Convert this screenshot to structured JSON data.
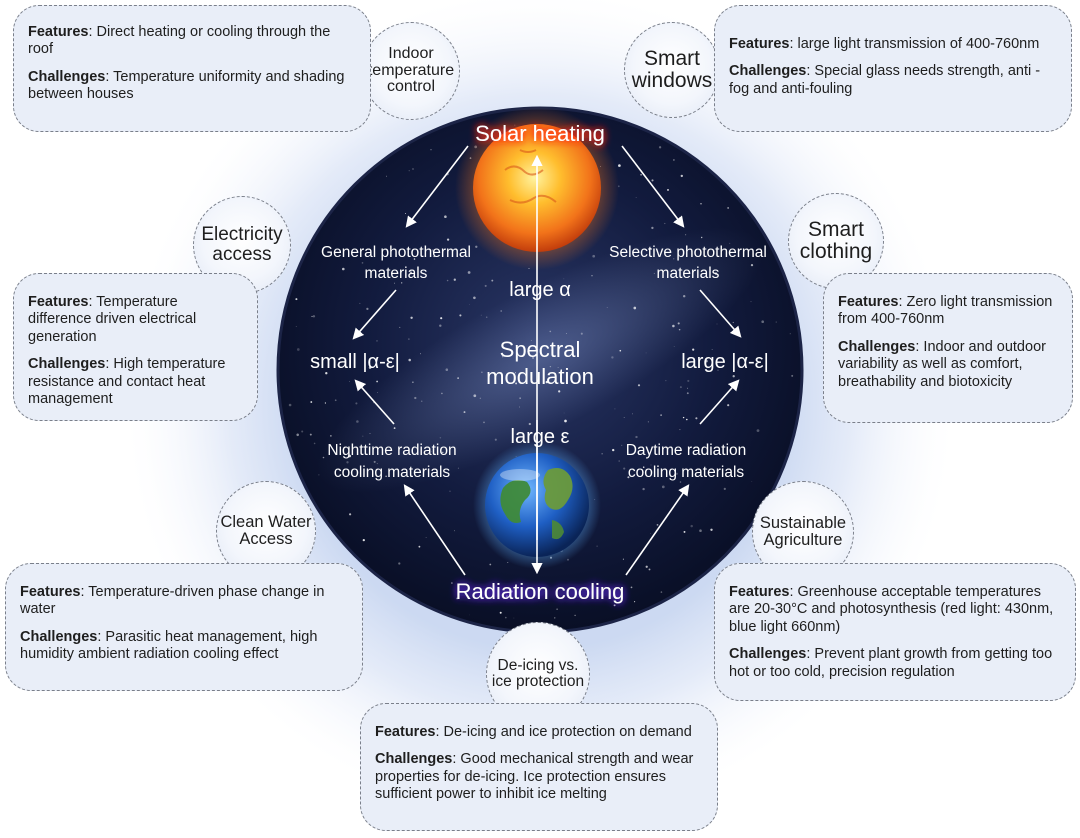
{
  "center": {
    "solar_heating": "Solar heating",
    "radiation_cooling": "Radiation cooling",
    "general_photothermal": [
      "General photothermal",
      "materials"
    ],
    "selective_photothermal": [
      "Selective photothermal",
      "materials"
    ],
    "nighttime_cooling": [
      "Nighttime radiation",
      "cooling materials"
    ],
    "daytime_cooling": [
      "Daytime radiation",
      "cooling materials"
    ],
    "large_alpha": "large α",
    "large_epsilon": "large ε",
    "small_diff": "small |α-ε|",
    "large_diff": "large |α-ε|",
    "spectral": [
      "Spectral",
      "modulation"
    ]
  },
  "bubbles": {
    "indoor": [
      "Indoor",
      "temperature",
      "control"
    ],
    "smart_windows": [
      "Smart",
      "windows"
    ],
    "electricity": [
      "Electricity",
      "access"
    ],
    "smart_clothing": [
      "Smart",
      "clothing"
    ],
    "clean_water": [
      "Clean Water",
      "Access"
    ],
    "agriculture": [
      "Sustainable",
      "Agriculture"
    ],
    "deicing": [
      "De-icing vs.",
      "ice protection"
    ]
  },
  "labels": {
    "features": "Features",
    "challenges": "Challenges"
  },
  "boxes": {
    "indoor": {
      "features": ": Direct heating or cooling through the roof",
      "challenges": ": Temperature uniformity and shading between houses"
    },
    "smart_windows": {
      "features": ": large light transmission of 400-760nm",
      "challenges": ": Special glass needs strength, anti -fog and anti-fouling"
    },
    "electricity": {
      "features": ": Temperature difference driven electrical generation",
      "challenges": ": High temperature resistance and contact heat management"
    },
    "smart_clothing": {
      "features": ": Zero light transmission from 400-760nm",
      "challenges": ": Indoor and outdoor variability as well as comfort, breathability and biotoxicity"
    },
    "clean_water": {
      "features": ": Temperature-driven phase change in water",
      "challenges": ": Parasitic heat management, high humidity ambient radiation cooling effect"
    },
    "agriculture": {
      "features": ": Greenhouse acceptable temperatures are 20-30°C and photosynthesis (red light: 430nm, blue light 660nm)",
      "challenges": ": Prevent plant growth from getting too hot or too cold, precision regulation"
    },
    "deicing": {
      "features": ": De-icing and ice protection on demand",
      "challenges": ": Good mechanical strength and wear properties for de-icing. Ice protection ensures sufficient power to inhibit ice melting"
    }
  },
  "colors": {
    "box_fill": "#e9eef8",
    "box_border": "#7a7f8a",
    "halo": "#c9d7f1",
    "space": "#0b1330",
    "solar_glow": "#ff2a1a",
    "cooling_glow": "#5a2bd6"
  }
}
